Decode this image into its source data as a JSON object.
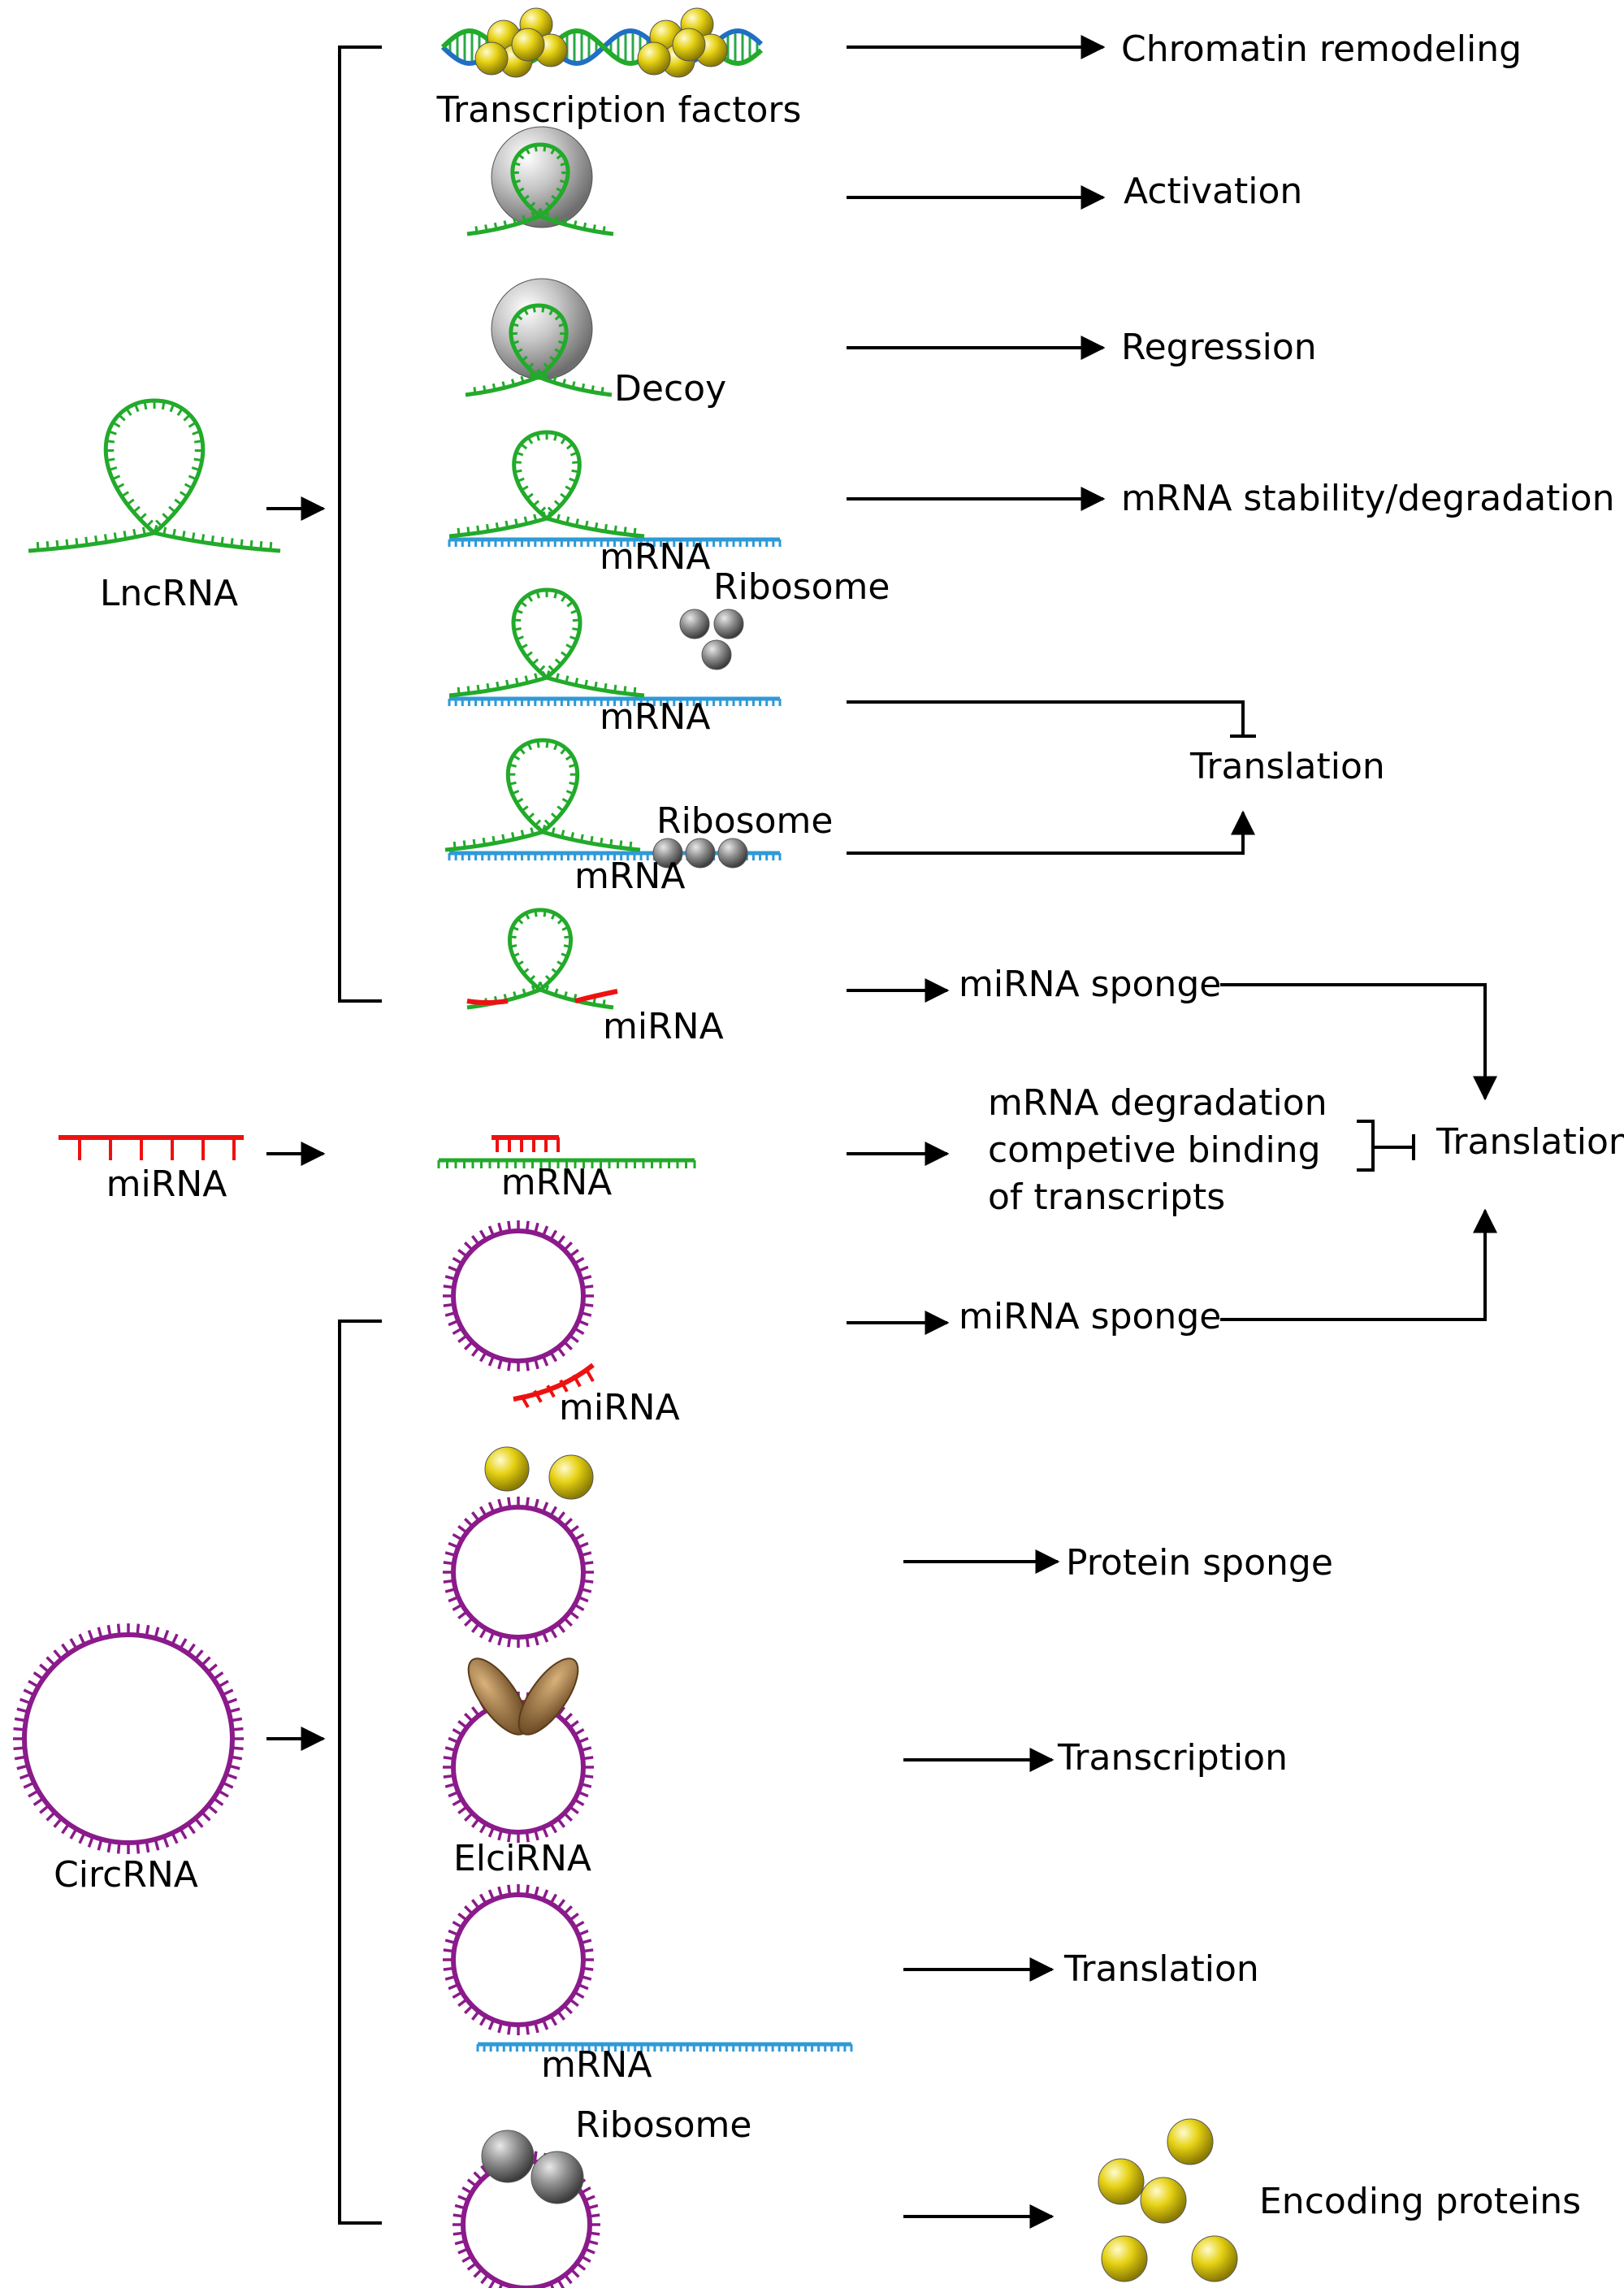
{
  "left_labels": {
    "lncrna": "LncRNA",
    "mirna": "miRNA",
    "circrna": "CircRNA"
  },
  "component_labels": {
    "transcription_factors": "Transcription factors",
    "decoy": "Decoy",
    "mrna_1": "mRNA",
    "ribosome_1": "Ribosome",
    "mrna_2": "mRNA",
    "ribosome_2": "Ribosome",
    "mrna_3": "mRNA",
    "mirna_lnc": "miRNA",
    "mrna_mirna": "mRNA",
    "mirna_circ": "miRNA",
    "elcirna": "ElciRNA",
    "mrna_circ": "mRNA",
    "ribosome_circ": "Ribosome"
  },
  "outcomes": {
    "chromatin_remodeling": "Chromatin remodeling",
    "activation": "Activation",
    "regression": "Regression",
    "mrna_stability": "mRNA stability/degradation",
    "translation_lnc": "Translation",
    "mirna_sponge_lnc": "miRNA sponge",
    "mrna_degradation_lines": [
      "mRNA degradation",
      "competive binding",
      "of transcripts"
    ],
    "translation_main": "Translation",
    "mirna_sponge_circ": "miRNA sponge",
    "protein_sponge": "Protein sponge",
    "transcription": "Transcription",
    "translation_circ": "Translation",
    "encoding_proteins": "Encoding proteins"
  },
  "colors": {
    "lncrna_green": "#22aa2a",
    "mrna_blue": "#2f9ad8",
    "mirna_red": "#ee1111",
    "circrna_purple": "#8b1a8b",
    "protein_yellow": "#e8d21a",
    "ribosome_gray": "#8a8a8a",
    "decoy_gray": "#b8b8b8",
    "elci_brown": "#a07a4a"
  },
  "icons": [
    "lncrna-loop-icon",
    "mirna-comb-icon",
    "circrna-ring-icon",
    "ribosome-icon",
    "protein-ball-icon",
    "dna-helix-icon",
    "decoy-sphere-icon",
    "elci-polymerase-icon"
  ]
}
